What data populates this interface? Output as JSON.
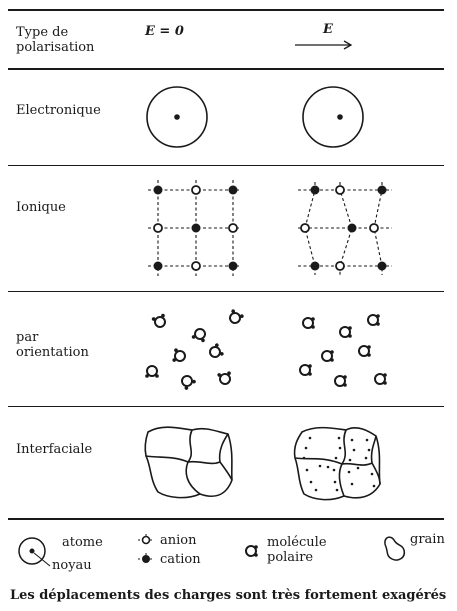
{
  "header": {
    "col1": "Type de polarisation",
    "col1_line1": "Type de",
    "col1_line2": "polarisation",
    "col2": "E = 0",
    "col3": "E"
  },
  "rows": [
    {
      "label": "Electronique"
    },
    {
      "label": "Ionique"
    },
    {
      "label_line1": "par",
      "label_line2": "orientation"
    },
    {
      "label": "Interfaciale"
    }
  ],
  "legend": {
    "atome": "atome",
    "noyau": "noyau",
    "anion": "anion",
    "cation": "cation",
    "molecule_line1": "molécule",
    "molecule_line2": "polaire",
    "grain": "grain"
  },
  "caption": "Les déplacements des charges sont très fortement exagérés"
}
